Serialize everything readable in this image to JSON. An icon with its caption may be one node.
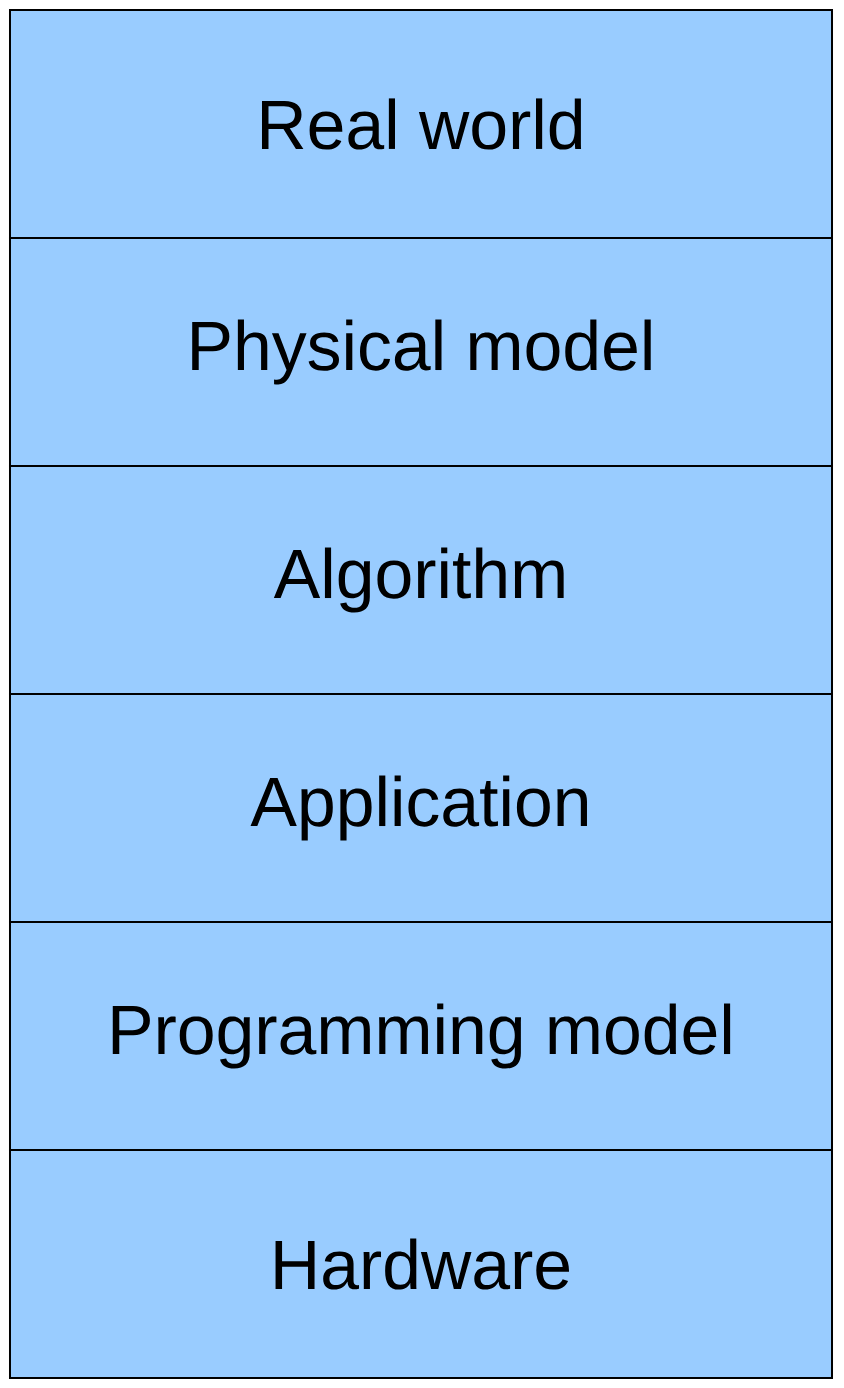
{
  "diagram": {
    "nodes": [
      {
        "text": [
          "Real world"
        ]
      },
      {
        "text": [
          "Physical model"
        ]
      },
      {
        "text": [
          "Algorithm"
        ]
      },
      {
        "text": [
          "Application"
        ]
      },
      {
        "text": [
          "Programming model"
        ]
      },
      {
        "text": [
          "Hardware"
        ]
      }
    ]
  }
}
